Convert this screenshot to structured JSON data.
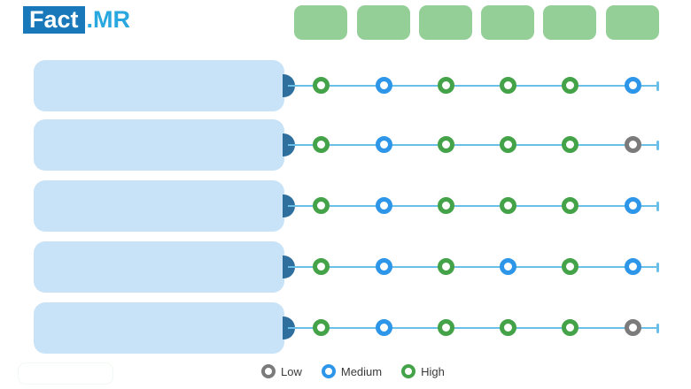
{
  "logo": {
    "primary": "Fact",
    "accent": ".MR"
  },
  "header": {
    "columns": [
      {
        "label": ""
      },
      {
        "label": ""
      },
      {
        "label": ""
      },
      {
        "label": ""
      },
      {
        "label": ""
      },
      {
        "label": ""
      }
    ]
  },
  "matrix": {
    "rows": [
      {
        "label": "",
        "dots": [
          "high",
          "medium",
          "high",
          "high",
          "high",
          "medium"
        ]
      },
      {
        "label": "",
        "dots": [
          "high",
          "medium",
          "high",
          "high",
          "high",
          "low"
        ]
      },
      {
        "label": "",
        "dots": [
          "high",
          "medium",
          "high",
          "high",
          "high",
          "medium"
        ]
      },
      {
        "label": "",
        "dots": [
          "high",
          "medium",
          "high",
          "medium",
          "high",
          "medium"
        ]
      },
      {
        "label": "",
        "dots": [
          "high",
          "medium",
          "high",
          "high",
          "high",
          "low"
        ]
      }
    ]
  },
  "legend": {
    "items": [
      {
        "label": "Low",
        "level": "low"
      },
      {
        "label": "Medium",
        "level": "medium"
      },
      {
        "label": "High",
        "level": "high"
      }
    ]
  },
  "colors": {
    "low": "#7b7b7b",
    "medium": "#2e96e9",
    "high": "#44a348",
    "line": "#6abfe9",
    "connector": "#2e6f9e",
    "row_box": "#c8e2f7",
    "header_box": "#95cf98",
    "logo_box": "#1878b9",
    "logo_accent": "#29a8e0"
  },
  "chart_data": {
    "type": "table",
    "title": "",
    "row_labels": [
      "",
      "",
      "",
      "",
      ""
    ],
    "column_labels": [
      "",
      "",
      "",
      "",
      "",
      ""
    ],
    "values": [
      [
        "High",
        "Medium",
        "High",
        "High",
        "High",
        "Medium"
      ],
      [
        "High",
        "Medium",
        "High",
        "High",
        "High",
        "Low"
      ],
      [
        "High",
        "Medium",
        "High",
        "High",
        "High",
        "Medium"
      ],
      [
        "High",
        "Medium",
        "High",
        "Medium",
        "High",
        "Medium"
      ],
      [
        "High",
        "Medium",
        "High",
        "High",
        "High",
        "Low"
      ]
    ],
    "legend_entries": [
      "Low",
      "Medium",
      "High"
    ],
    "legend_position": "bottom",
    "scale": {
      "Low": "gray ring",
      "Medium": "blue ring",
      "High": "green ring"
    }
  }
}
